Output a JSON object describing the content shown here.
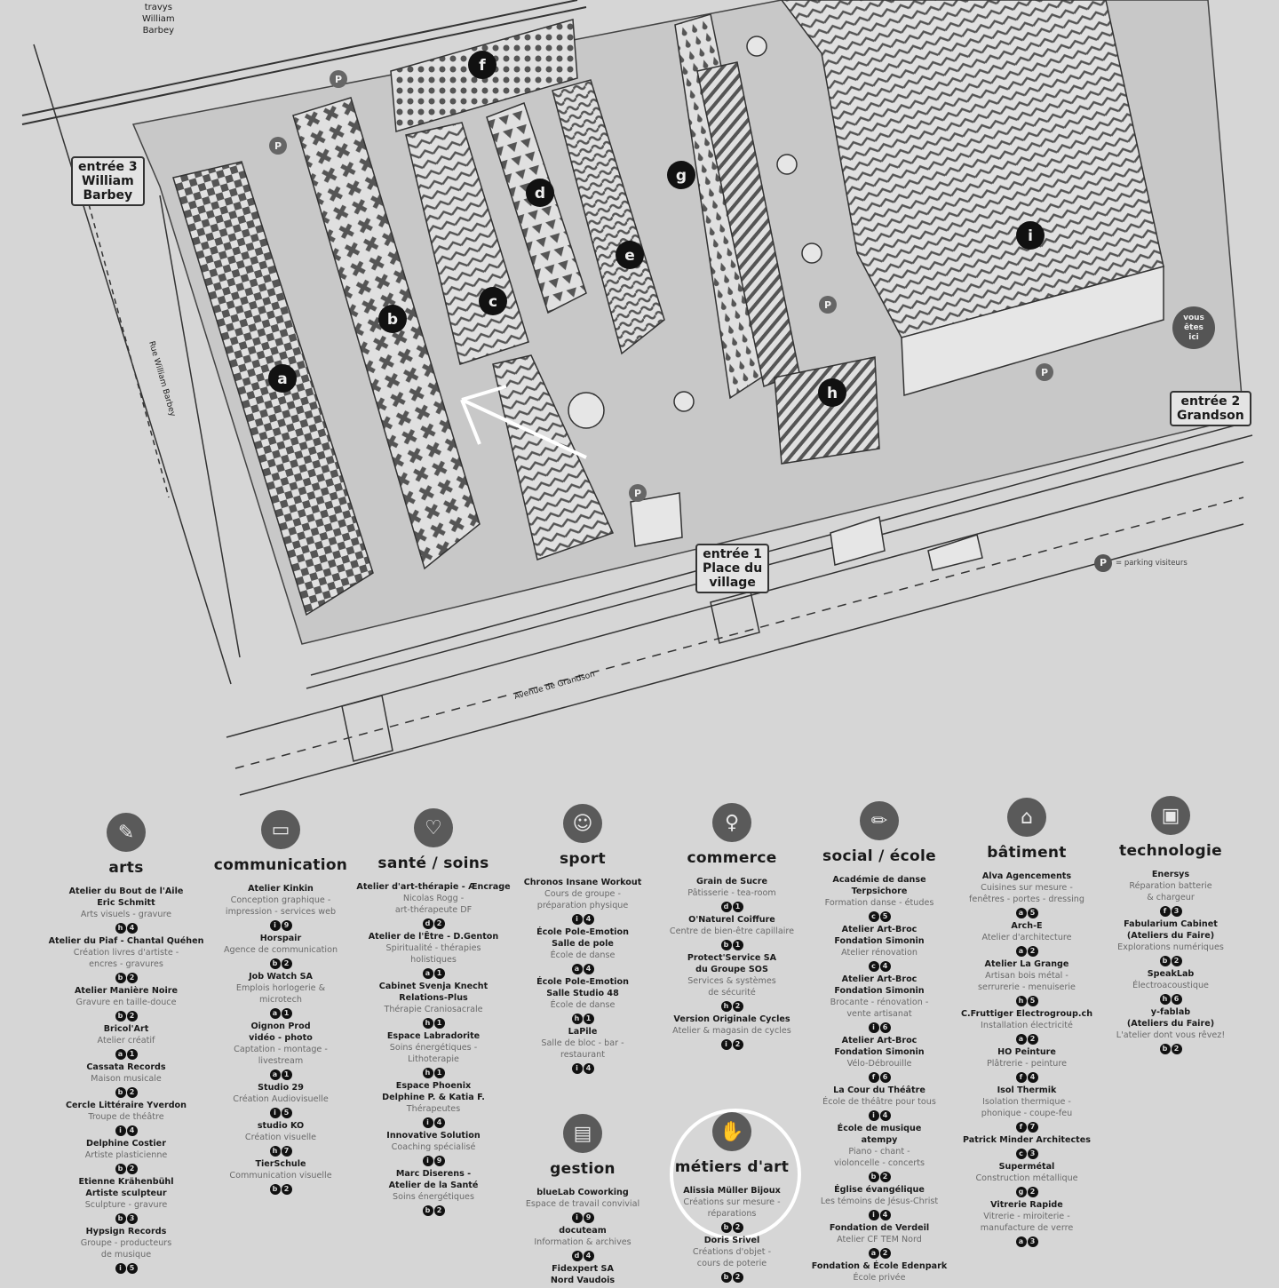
{
  "map": {
    "travys_label": "travys\nWilliam\nBarbey",
    "street_west": "Rue William Barbey",
    "street_south": "Avenue de Grandson",
    "entrance_3": "entrée 3\nWilliam\nBarbey",
    "entrance_2": "entrée 2\nGrandson",
    "entrance_1": "entrée 1\nPlace du\nvillage",
    "you_are_here": "vous\nêtes\nici",
    "parking_symbol": "P",
    "parking_legend": "= parking visiteurs",
    "buildings": [
      "a",
      "b",
      "c",
      "d",
      "e",
      "f",
      "g",
      "h",
      "i"
    ]
  },
  "directory": [
    {
      "title": "arts",
      "icon": "brush",
      "entries": [
        {
          "name": "Atelier du Bout de l'Aile\nEric Schmitt",
          "desc": "Arts visuels - gravure",
          "codes": [
            "h",
            "4"
          ]
        },
        {
          "name": "Atelier du Piaf - Chantal Quéhen",
          "desc": "Création livres d'artiste -\nencres - gravures",
          "codes": [
            "b",
            "2"
          ]
        },
        {
          "name": "Atelier Manière Noire",
          "desc": "Gravure en taille-douce",
          "codes": [
            "b",
            "2"
          ]
        },
        {
          "name": "Bricol'Art",
          "desc": "Atelier créatif",
          "codes": [
            "a",
            "1"
          ]
        },
        {
          "name": "Cassata Records",
          "desc": "Maison musicale",
          "codes": [
            "b",
            "2"
          ]
        },
        {
          "name": "Cercle Littéraire Yverdon",
          "desc": "Troupe de théâtre",
          "codes": [
            "i",
            "4"
          ]
        },
        {
          "name": "Delphine Costier",
          "desc": "Artiste plasticienne",
          "codes": [
            "b",
            "2"
          ]
        },
        {
          "name": "Etienne Krähenbühl\nArtiste sculpteur",
          "desc": "Sculpture - gravure",
          "codes": [
            "b",
            "3"
          ]
        },
        {
          "name": "Hypsign Records",
          "desc": "Groupe - producteurs\nde musique",
          "codes": [
            "i",
            "5"
          ]
        }
      ]
    },
    {
      "title": "communication",
      "icon": "speech-bubble",
      "entries": [
        {
          "name": "Atelier Kinkin",
          "desc": "Conception graphique -\nimpression - services web",
          "codes": [
            "i",
            "9"
          ]
        },
        {
          "name": "Horspair",
          "desc": "Agence de communication",
          "codes": [
            "b",
            "2"
          ]
        },
        {
          "name": "Job Watch SA",
          "desc": "Emplois horlogerie &\nmicrotech",
          "codes": [
            "a",
            "1"
          ]
        },
        {
          "name": "Oignon Prod\nvidéo - photo",
          "desc": "Captation - montage -\nlivestream",
          "codes": [
            "a",
            "1"
          ]
        },
        {
          "name": "Studio 29",
          "desc": "Création Audiovisuelle",
          "codes": [
            "i",
            "5"
          ]
        },
        {
          "name": "studio KO",
          "desc": "Création visuelle",
          "codes": [
            "h",
            "7"
          ]
        },
        {
          "name": "TierSchule",
          "desc": "Communication visuelle",
          "codes": [
            "b",
            "2"
          ]
        }
      ]
    },
    {
      "title": "santé / soins",
      "icon": "heart",
      "entries": [
        {
          "name": "Atelier d'art-thérapie - Æncrage",
          "desc": "Nicolas Rogg -\nart-thérapeute DF",
          "codes": [
            "d",
            "2"
          ]
        },
        {
          "name": "Atelier de l'Être - D.Genton",
          "desc": "Spiritualité - thérapies\nholistiques",
          "codes": [
            "a",
            "1"
          ]
        },
        {
          "name": "Cabinet Svenja Knecht\nRelations-Plus",
          "desc": "Thérapie Craniosacrale",
          "codes": [
            "h",
            "1"
          ]
        },
        {
          "name": "Espace Labradorite",
          "desc": "Soins énergétiques -\nLithoterapie",
          "codes": [
            "h",
            "1"
          ]
        },
        {
          "name": "Espace Phoenix\nDelphine P. & Katia F.",
          "desc": "Thérapeutes",
          "codes": [
            "i",
            "4"
          ]
        },
        {
          "name": "Innovative Solution",
          "desc": "Coaching spécialisé",
          "codes": [
            "i",
            "9"
          ]
        },
        {
          "name": "Marc Diserens -\nAtelier de la Santé",
          "desc": "Soins énergétiques",
          "codes": [
            "b",
            "2"
          ]
        }
      ]
    },
    {
      "title": "sport",
      "icon": "runner",
      "entries": [
        {
          "name": "Chronos Insane Workout",
          "desc": "Cours de groupe -\npréparation physique",
          "codes": [
            "i",
            "4"
          ]
        },
        {
          "name": "École Pole-Emotion\nSalle de pole",
          "desc": "École de danse",
          "codes": [
            "a",
            "4"
          ]
        },
        {
          "name": "École Pole-Emotion\nSalle Studio 48",
          "desc": "École de danse",
          "codes": [
            "h",
            "1"
          ]
        },
        {
          "name": "LaPile",
          "desc": "Salle de bloc - bar -\nrestaurant",
          "codes": [
            "i",
            "4"
          ]
        }
      ]
    },
    {
      "title": "commerce",
      "icon": "person",
      "entries": [
        {
          "name": "Grain de Sucre",
          "desc": "Pâtisserie - tea-room",
          "codes": [
            "d",
            "1"
          ]
        },
        {
          "name": "O'Naturel Coiffure",
          "desc": "Centre de bien-être capillaire",
          "codes": [
            "b",
            "1"
          ]
        },
        {
          "name": "Protect'Service SA\ndu Groupe SOS",
          "desc": "Services & systèmes\nde sécurité",
          "codes": [
            "h",
            "2"
          ]
        },
        {
          "name": "Version Originale Cycles",
          "desc": "Atelier & magasin de cycles",
          "codes": [
            "i",
            "2"
          ]
        }
      ]
    },
    {
      "title": "social / école",
      "icon": "pencil",
      "entries": [
        {
          "name": "Académie de danse\nTerpsichore",
          "desc": "Formation danse - études",
          "codes": [
            "c",
            "5"
          ]
        },
        {
          "name": "Atelier Art-Broc\nFondation Simonin",
          "desc": "Atelier rénovation",
          "codes": [
            "c",
            "4"
          ]
        },
        {
          "name": "Atelier Art-Broc\nFondation Simonin",
          "desc": "Brocante - rénovation -\nvente artisanat",
          "codes": [
            "i",
            "6"
          ]
        },
        {
          "name": "Atelier Art-Broc\nFondation Simonin",
          "desc": "Vélo-Débrouille",
          "codes": [
            "f",
            "6"
          ]
        },
        {
          "name": "La Cour du Théâtre",
          "desc": "École de théâtre pour tous",
          "codes": [
            "i",
            "4"
          ]
        },
        {
          "name": "École de musique\natempy",
          "desc": "Piano - chant -\nvioloncelle - concerts",
          "codes": [
            "b",
            "2"
          ]
        },
        {
          "name": "Église évangélique",
          "desc": "Les témoins de Jésus-Christ",
          "codes": [
            "i",
            "4"
          ]
        },
        {
          "name": "Fondation de Verdeil",
          "desc": "Atelier CF TEM Nord",
          "codes": [
            "a",
            "2"
          ]
        },
        {
          "name": "Fondation & École Edenpark",
          "desc": "École privée",
          "codes": []
        }
      ]
    },
    {
      "title": "bâtiment",
      "icon": "house",
      "entries": [
        {
          "name": "Alva Agencements",
          "desc": "Cuisines sur mesure -\nfenêtres - portes - dressing",
          "codes": [
            "a",
            "5"
          ]
        },
        {
          "name": "Arch-E",
          "desc": "Atelier d'architecture",
          "codes": [
            "a",
            "2"
          ]
        },
        {
          "name": "Atelier La Grange",
          "desc": "Artisan bois métal -\nserrurerie - menuiserie",
          "codes": [
            "h",
            "5"
          ]
        },
        {
          "name": "C.Fruttiger Electrogroup.ch",
          "desc": "Installation électricité",
          "codes": [
            "a",
            "2"
          ]
        },
        {
          "name": "HO Peinture",
          "desc": "Plâtrerie - peinture",
          "codes": [
            "f",
            "4"
          ]
        },
        {
          "name": "Isol Thermik",
          "desc": "Isolation thermique -\nphonique - coupe-feu",
          "codes": [
            "f",
            "7"
          ]
        },
        {
          "name": "Patrick Minder Architectes",
          "desc": "",
          "codes": [
            "c",
            "3"
          ]
        },
        {
          "name": "Supermétal",
          "desc": "Construction métallique",
          "codes": [
            "g",
            "2"
          ]
        },
        {
          "name": "Vitrerie Rapide",
          "desc": "Vitrerie - miroiterie -\nmanufacture de verre",
          "codes": [
            "a",
            "3"
          ]
        }
      ]
    },
    {
      "title": "technologie",
      "icon": "monitor",
      "entries": [
        {
          "name": "Enersys",
          "desc": "Réparation batterie\n& chargeur",
          "codes": [
            "f",
            "3"
          ]
        },
        {
          "name": "Fabularium Cabinet\n(Ateliers du Faire)",
          "desc": "Explorations numériques",
          "codes": [
            "b",
            "2"
          ]
        },
        {
          "name": "SpeakLab",
          "desc": "Électroacoustique",
          "codes": [
            "h",
            "6"
          ]
        },
        {
          "name": "y-fablab\n(Ateliers du Faire)",
          "desc": "L'atelier dont vous rêvez!",
          "codes": [
            "b",
            "2"
          ]
        }
      ]
    },
    {
      "title": "gestion",
      "icon": "briefcase",
      "entries": [
        {
          "name": "blueLab Coworking",
          "desc": "Espace de travail convivial",
          "codes": [
            "i",
            "9"
          ]
        },
        {
          "name": "docuteam",
          "desc": "Information & archives",
          "codes": [
            "d",
            "4"
          ]
        },
        {
          "name": "Fidexpert SA\nNord Vaudois",
          "desc": "",
          "codes": []
        }
      ]
    },
    {
      "title": "métiers d'art",
      "icon": "hand",
      "entries": [
        {
          "name": "Alissia Müller Bijoux",
          "desc": "Créations sur mesure -\nréparations",
          "codes": [
            "b",
            "2"
          ]
        },
        {
          "name": "Doris Srivel",
          "desc": "Créations d'objet -\ncours de poterie",
          "codes": [
            "b",
            "2"
          ]
        }
      ]
    }
  ]
}
